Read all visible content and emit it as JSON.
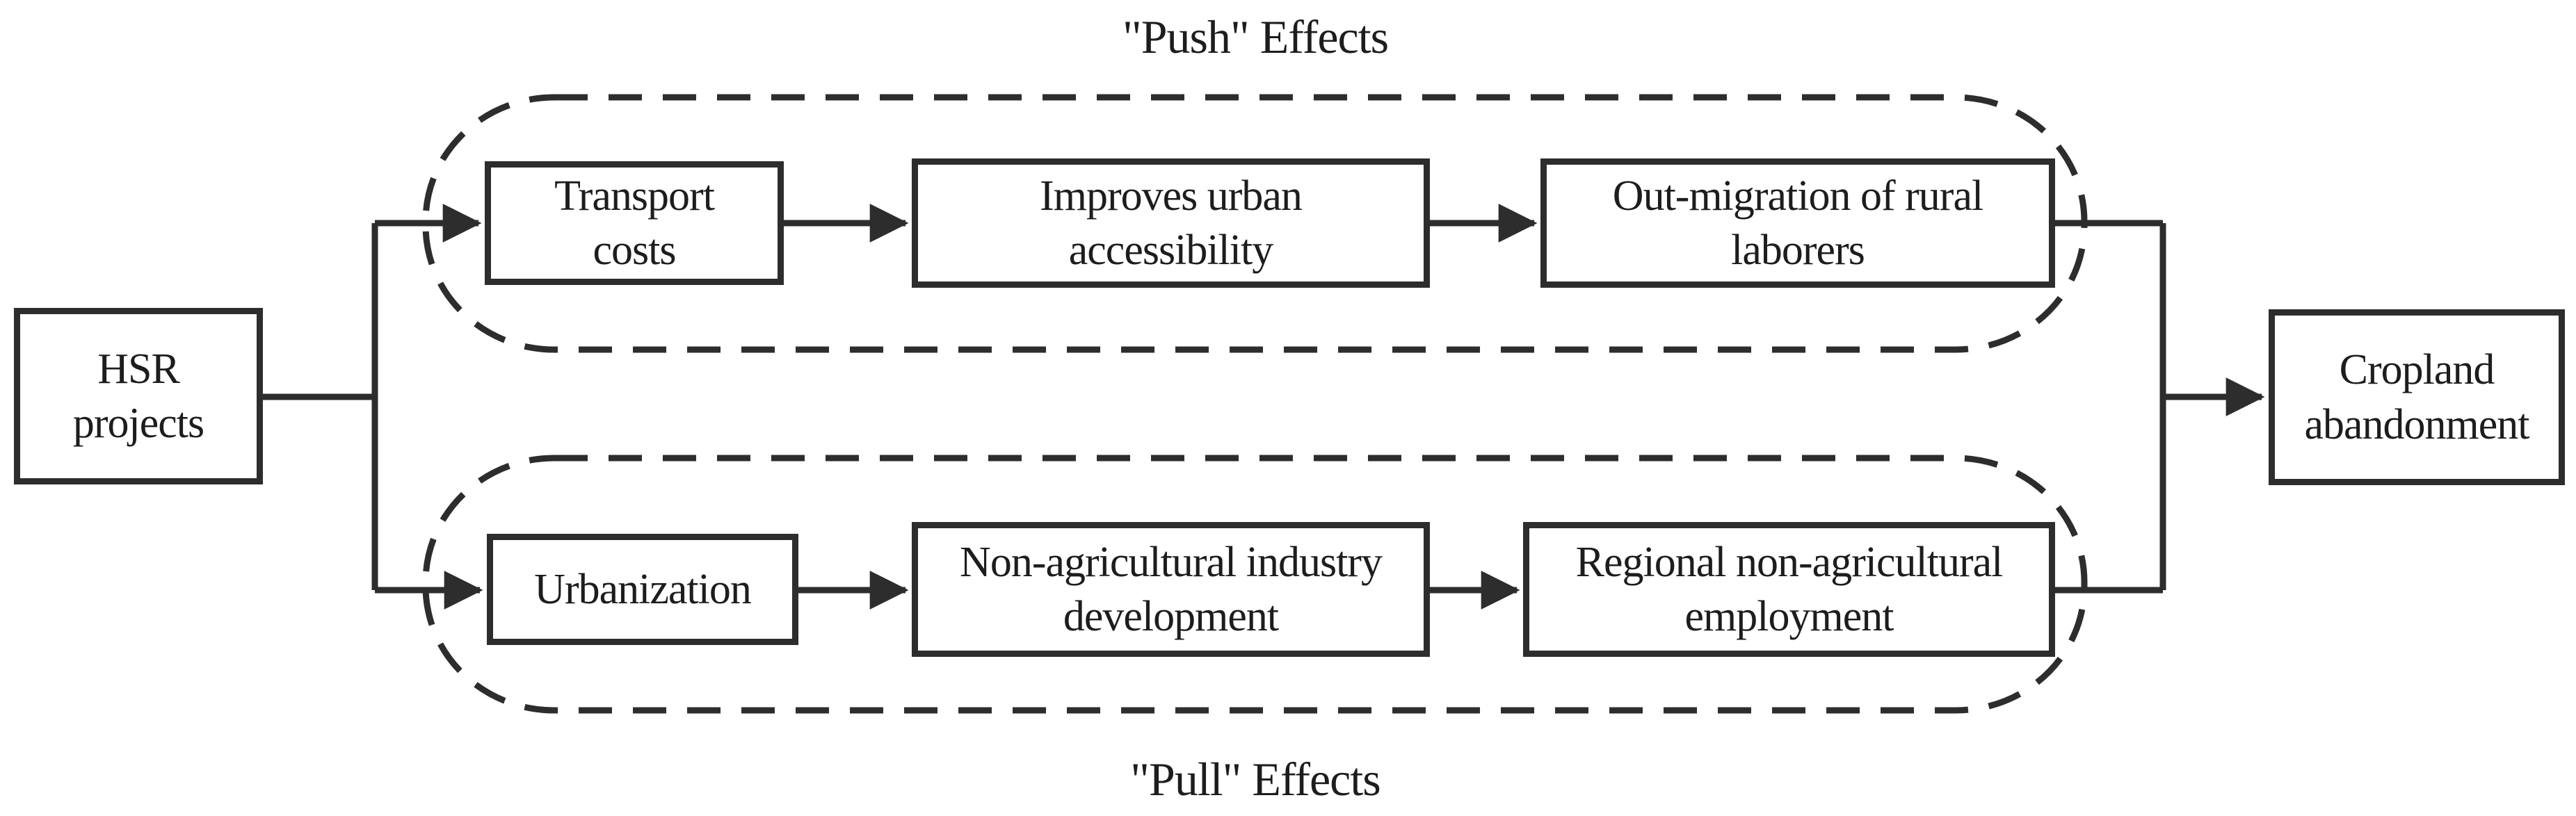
{
  "diagram": {
    "title_top": "\"Push\" Effects",
    "title_bottom": "\"Pull\" Effects",
    "nodes": {
      "hsr": "HSR\nprojects",
      "transport": "Transport\ncosts",
      "accessibility": "Improves urban\naccessibility",
      "outmigration": "Out-migration of rural\nlaborers",
      "urbanization": "Urbanization",
      "industry": "Non-agricultural industry\ndevelopment",
      "employment": "Regional non-agricultural\nemployment",
      "cropland": "Cropland\nabandonment"
    },
    "groups": {
      "push": "Push effects group (dashed)",
      "pull": "Pull effects group (dashed)"
    },
    "colors": {
      "line": "#2d2d2d",
      "text": "#1d1d1d",
      "background": "#ffffff"
    }
  }
}
